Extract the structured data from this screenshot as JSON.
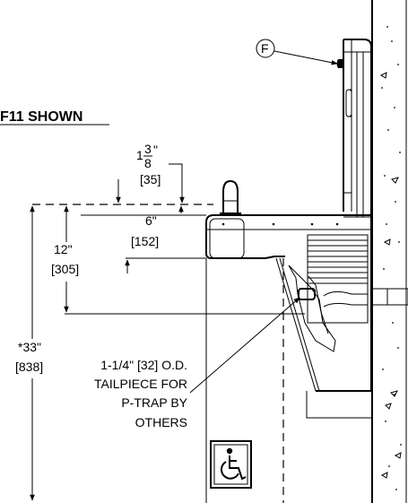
{
  "title": "F11 SHOWN",
  "callout": "F",
  "dims": {
    "fraction_whole": "1",
    "fraction_num": "3",
    "fraction_den": "8",
    "fraction_inch": "\"",
    "d1_mm": "[35]",
    "d2_in": "6\"",
    "d2_mm": "[152]",
    "d3_in": "12\"",
    "d3_mm": "[305]",
    "d4_in": "*33\"",
    "d4_mm": "[838]"
  },
  "note": {
    "line1": "1-1/4\" [32] O.D.",
    "line2": "TAILPIECE FOR",
    "line3": "P-TRAP BY",
    "line4": "OTHERS"
  },
  "icons": {
    "access": "wheelchair-accessibility-icon"
  }
}
